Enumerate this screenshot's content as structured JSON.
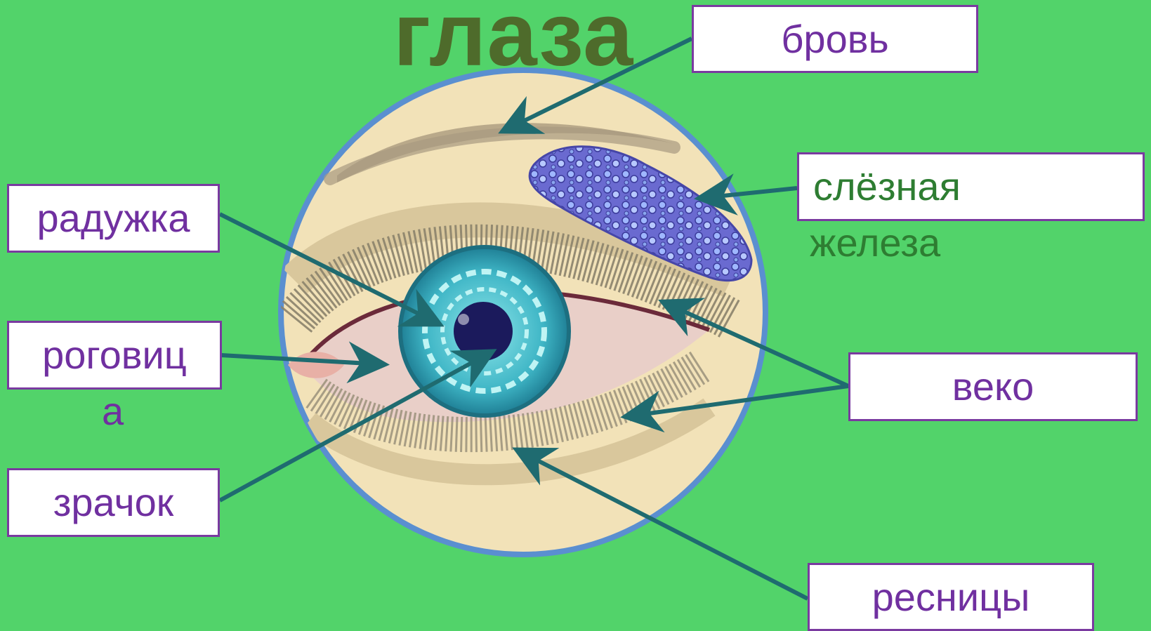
{
  "title": "глаза",
  "labels": {
    "brow": "бровь",
    "gland_line1": "слёзная",
    "gland_line2": "железа",
    "iris": "радужка",
    "cornea_line1": "роговиц",
    "cornea_line2": "а",
    "pupil": "зрачок",
    "eyelid": "веко",
    "lashes": "ресницы"
  },
  "colors": {
    "background": "#52d36a",
    "title": "#4e6b2b",
    "label_text": "#7030a0",
    "gland_text": "#2e7d32",
    "arrow": "#1f6b70"
  }
}
